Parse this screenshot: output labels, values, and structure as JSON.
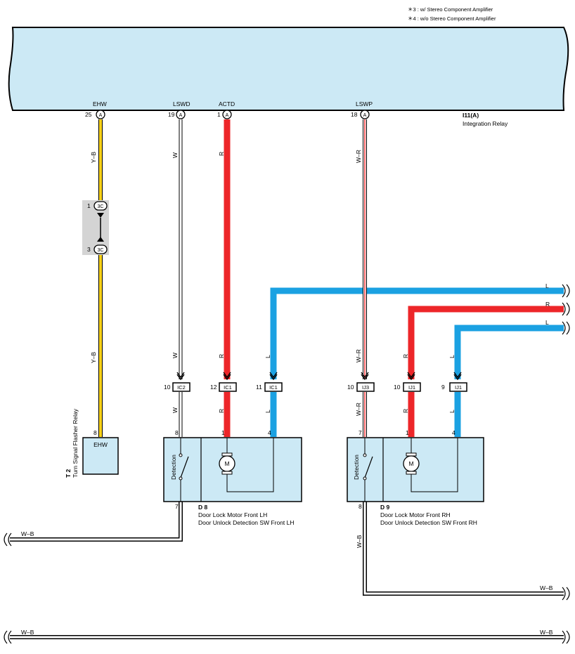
{
  "notes": {
    "line1": "＊3 : w/ Stereo Component Amplifier",
    "line2": "＊4 : w/o Stereo Component Amplifier"
  },
  "integration_relay": {
    "code": "I11(A)",
    "name": "Integration Relay",
    "terminals": [
      {
        "name": "EHW",
        "pin": "25",
        "conn": "A"
      },
      {
        "name": "LSWD",
        "pin": "19",
        "conn": "A"
      },
      {
        "name": "ACTD",
        "pin": "1",
        "conn": "A"
      },
      {
        "name": "LSWP",
        "pin": "18",
        "conn": "A"
      }
    ]
  },
  "wires": {
    "yb": "Y–B",
    "w": "W",
    "r": "R",
    "l": "L",
    "wr": "W–R",
    "wb": "W–B"
  },
  "junction_3c": {
    "id": "3C",
    "pin_top": "1",
    "pin_bottom": "3"
  },
  "connectors": [
    {
      "id": "IC2",
      "pin": "10"
    },
    {
      "id": "IC1",
      "pin": "12"
    },
    {
      "id": "IC1",
      "pin": "11"
    },
    {
      "id": "IJ3",
      "pin": "10"
    },
    {
      "id": "IJ1",
      "pin": "10"
    },
    {
      "id": "IJ1",
      "pin": "9"
    }
  ],
  "turn_relay": {
    "code": "T 2",
    "name": "Turn Signal Flasher Relay",
    "terminal": "EHW",
    "pin": "8"
  },
  "d8": {
    "code": "D 8",
    "line1": "Door Lock Motor Front LH",
    "line2": "Door Unlock Detection SW Front LH",
    "detection": "Detection",
    "motor": "M",
    "pin_w": "8",
    "pin_r": "1",
    "pin_l": "4",
    "pin_bottom": "7"
  },
  "d9": {
    "code": "D 9",
    "line1": "Door Lock Motor Front RH",
    "line2": "Door Unlock Detection SW Front RH",
    "detection": "Detection",
    "motor": "M",
    "pin_w": "7",
    "pin_r": "1",
    "pin_l": "4",
    "pin_bottom": "8"
  },
  "colors": {
    "box_fill": "#cce9f5",
    "yellow_wire": "#f7d117",
    "red_wire": "#ed2629",
    "blue_wire": "#1ba1e2",
    "junction_gray": "#d4d4d4"
  }
}
